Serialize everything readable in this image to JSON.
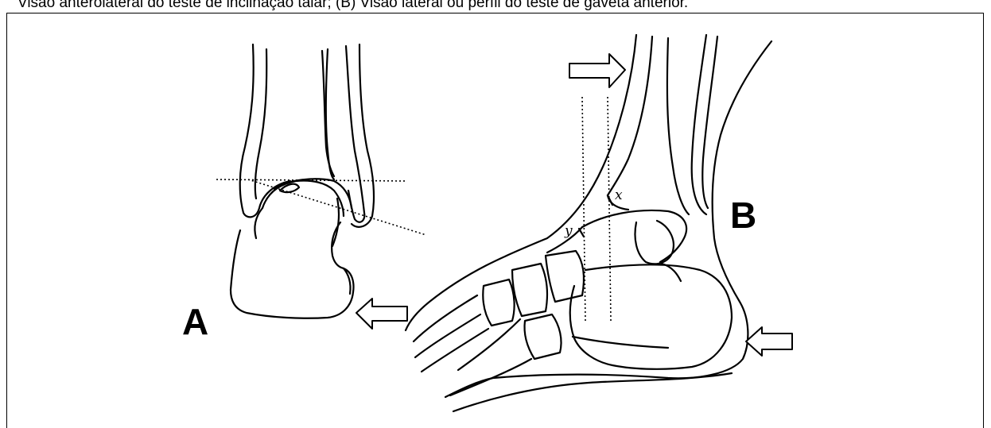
{
  "caption": "Visão anterolateral do teste de inclinação talar; (B) Visão lateral ou perfil do teste de gaveta anterior.",
  "panels": {
    "a": {
      "label": "A"
    },
    "b": {
      "label": "B",
      "point_x": "x",
      "point_y": "y"
    }
  },
  "arrows": {
    "a_direction": "left",
    "b_top_direction": "right",
    "b_heel_direction": "left"
  }
}
